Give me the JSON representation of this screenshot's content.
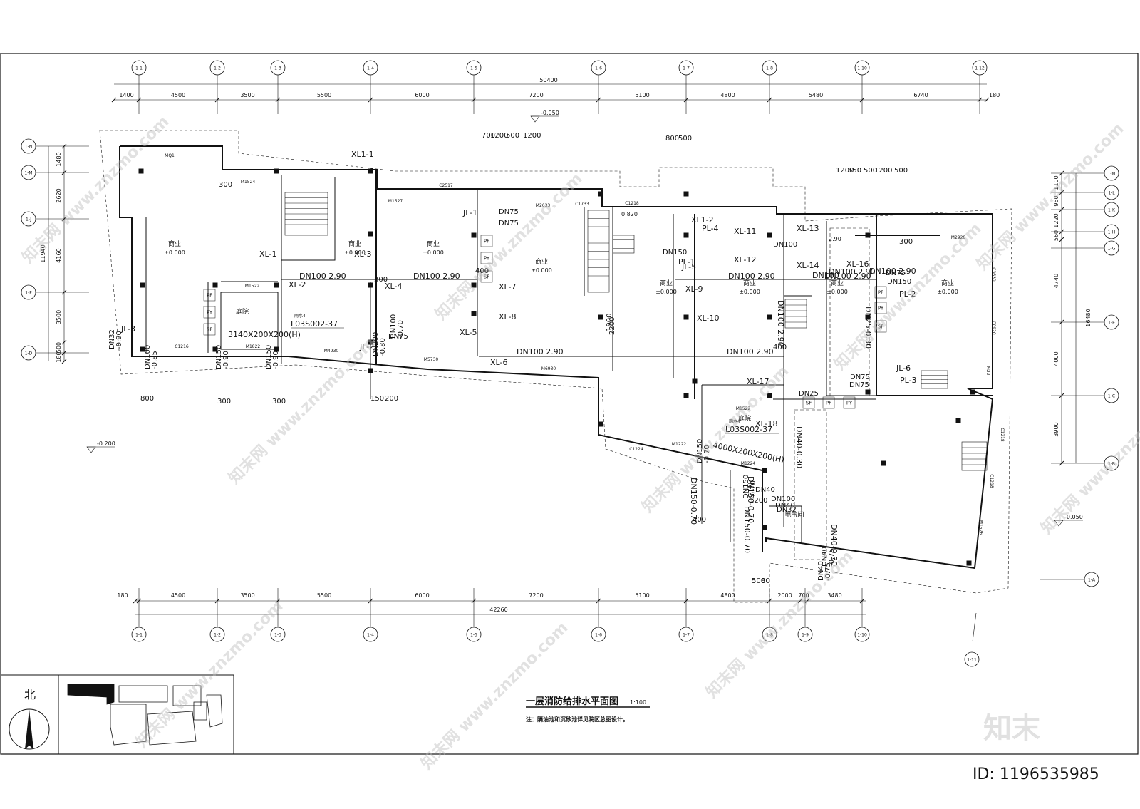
{
  "drawing": {
    "title": "一层消防给排水平面图",
    "scale": "1:100",
    "note": "注：隔油池和沉砂池详见院区总图设计。",
    "north_label": "北"
  },
  "grid_top": {
    "axes": [
      "1-1",
      "1-2",
      "1-3",
      "1-4",
      "1-5",
      "1-6",
      "1-7",
      "1-8",
      "1-10",
      "1-12"
    ],
    "dims": [
      "1400",
      "4500",
      "3500",
      "5500",
      "6000",
      "7200",
      "5100",
      "4800",
      "5480",
      "6740",
      "180"
    ],
    "total": "50400"
  },
  "grid_bottom": {
    "axes": [
      "1-1",
      "1-2",
      "1-3",
      "1-4",
      "1-5",
      "1-6",
      "1-7",
      "1-8",
      "1-9",
      "1-10"
    ],
    "dims": [
      "180",
      "4500",
      "3500",
      "5500",
      "6000",
      "7200",
      "5100",
      "4800",
      "2000",
      "700",
      "3480"
    ],
    "total": "42260",
    "extra_axis": "1-11"
  },
  "grid_left": {
    "axes": [
      "1-N",
      "1-M",
      "1-J",
      "1-F",
      "1-D"
    ],
    "dims": [
      "1480",
      "2620",
      "4160",
      "3500",
      "500",
      "180"
    ],
    "total": "11940"
  },
  "grid_right": {
    "axes": [
      "1-M",
      "1-L",
      "1-K",
      "1-H",
      "1-G",
      "1-E",
      "1-C",
      "1-B",
      "1-A"
    ],
    "dims": [
      "1100",
      "960",
      "1220",
      "560",
      "4740",
      "4000",
      "3900"
    ],
    "total": "16480"
  },
  "levels": [
    "-0.050",
    "-0.200",
    "-0.050"
  ],
  "rooms": [
    {
      "name": "商业",
      "level": "±0.000"
    },
    {
      "name": "商业",
      "level": "±0.000"
    },
    {
      "name": "商业",
      "level": "±0.000"
    },
    {
      "name": "商业",
      "level": "±0.000"
    },
    {
      "name": "商业",
      "level": "±0.000"
    },
    {
      "name": "商业",
      "level": "±0.000"
    },
    {
      "name": "商业",
      "level": "±0.000"
    },
    {
      "name": "商业",
      "level": "±0.000"
    },
    {
      "name": "庭院",
      "level": ""
    },
    {
      "name": "庭院",
      "level": ""
    },
    {
      "name": "电气间",
      "level": ""
    }
  ],
  "door_window_tags": [
    "MQ1",
    "M1524",
    "M1527",
    "C2517",
    "M2633",
    "C1733",
    "C1218",
    "M1522",
    "C1216",
    "M1822",
    "M4930",
    "M5730",
    "M6930",
    "M2928",
    "C3630",
    "C0920",
    "M22",
    "C1224",
    "M1222",
    "C1218",
    "C1218",
    "M1526",
    "M1522",
    "M1224"
  ],
  "pipe_labels": {
    "risers": [
      "XL-1",
      "XL-2",
      "XL-3",
      "XL-4",
      "XL-5",
      "XL-6",
      "XL-7",
      "XL-8",
      "XL-9",
      "XL-10",
      "XL-11",
      "XL-12",
      "XL-13",
      "XL-14",
      "XL-16",
      "XL-17",
      "XL-18",
      "XL1-1",
      "XL1-2",
      "JL-1",
      "JL-2",
      "JL-3",
      "JL-5",
      "JL-6",
      "PL-1",
      "PL-2",
      "PL-3",
      "PL-4"
    ],
    "mains": [
      "DN100 2.90",
      "DN100 2.90",
      "DN100 2.90",
      "DN100 2.90",
      "DN100 2.90",
      "DN100 2.90",
      "DN100 2.90",
      "DN100 2.90",
      "DN100",
      "DN100 2.90",
      "DN25-0.30",
      "DN40-0.30",
      "DN40-0.30",
      "DN150-0.70",
      "DN150-0.70",
      "DN150-0.70"
    ],
    "outlets": [
      "DN100\n-0.85",
      "DN150\n-0.90",
      "DN150\n-0.90",
      "DN200\n-0.80",
      "DN100\n-0.70",
      "DN40\n-0.75",
      "DN150\n-0.70",
      "DN150\n-0.70",
      "DN40\n-0.75",
      "DN32\n-0.90"
    ],
    "small": [
      "DN75",
      "DN75",
      "DN75",
      "DN75",
      "DN75",
      "DN75",
      "DN150",
      "DN150",
      "DN25",
      "DN32",
      "DN100",
      "DN100",
      "DN40",
      "DN40"
    ]
  },
  "fixture_tags": [
    "PF",
    "PY",
    "SF",
    "PF",
    "PY",
    "SF",
    "PF",
    "PY",
    "SF",
    "SF",
    "PF",
    "PY"
  ],
  "detail_refs": [
    {
      "tag": "雨水4",
      "ref": "L03S002-37",
      "size": "3140X200X200(H)"
    },
    {
      "tag": "雨水4",
      "ref": "L03S002-37",
      "size": "4000X200X200(H)"
    }
  ],
  "offset_dims": [
    "700",
    "1200",
    "500",
    "1200",
    "800",
    "500",
    "1200",
    "650",
    "500",
    "1200",
    "500",
    "800",
    "300",
    "300",
    "150",
    "200",
    "400",
    "1200",
    "500",
    "80",
    "2200",
    "1900",
    "300",
    "300",
    "400",
    "400",
    "300"
  ],
  "level_tags": [
    "0.820",
    "2.90"
  ],
  "watermark": {
    "site": "www.znzmo.com",
    "site_cn": "知末网",
    "brand": "知末",
    "id_text": "ID: 1196535985"
  },
  "colors": {
    "line": "#111111",
    "watermark": "#bdbdbd"
  }
}
